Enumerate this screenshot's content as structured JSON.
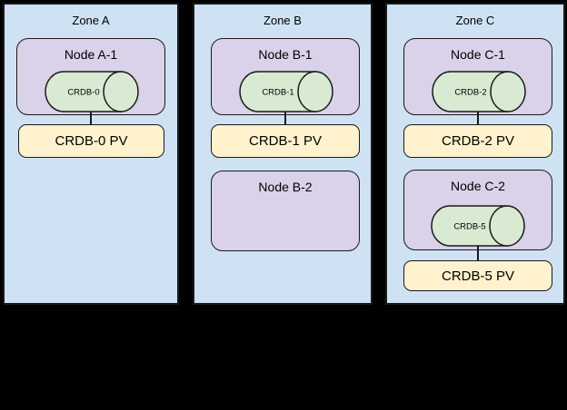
{
  "colors": {
    "background": "#000000",
    "zone_fill": "#cfe2f3",
    "node_fill": "#d9d2e9",
    "disk_fill": "#d9ead3",
    "pv_fill": "#fff2cc",
    "stroke": "#1a1a1a"
  },
  "zones": [
    {
      "label": "Zone A",
      "nodes": [
        {
          "label": "Node A-1",
          "disk": "CRDB-0",
          "pv": "CRDB-0 PV"
        }
      ]
    },
    {
      "label": "Zone B",
      "nodes": [
        {
          "label": "Node B-1",
          "disk": "CRDB-1",
          "pv": "CRDB-1 PV"
        },
        {
          "label": "Node B-2"
        }
      ]
    },
    {
      "label": "Zone C",
      "nodes": [
        {
          "label": "Node C-1",
          "disk": "CRDB-2",
          "pv": "CRDB-2 PV"
        },
        {
          "label": "Node C-2",
          "disk": "CRDB-5",
          "pv": "CRDB-5 PV"
        }
      ]
    }
  ]
}
